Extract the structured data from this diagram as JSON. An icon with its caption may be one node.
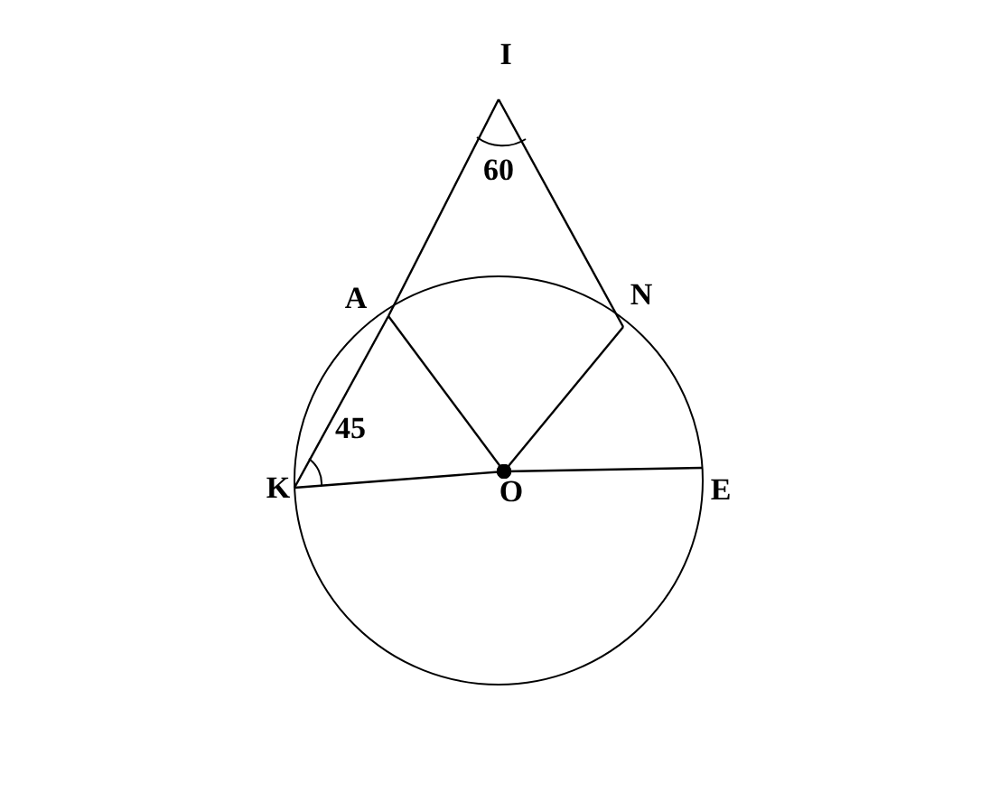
{
  "diagram": {
    "nodes": [
      {
        "text": [
          "I"
        ]
      },
      {
        "text": [
          "A"
        ]
      },
      {
        "text": [
          "N"
        ]
      },
      {
        "text": [
          "K"
        ]
      },
      {
        "text": [
          "O"
        ]
      },
      {
        "text": [
          "E"
        ]
      }
    ],
    "edges": [
      {
        "from": 0,
        "to": 1,
        "arrow": "none"
      },
      {
        "from": 1,
        "to": 3,
        "arrow": "none"
      },
      {
        "from": 0,
        "to": 2,
        "arrow": "none"
      },
      {
        "from": 1,
        "to": 4,
        "arrow": "other"
      },
      {
        "from": 2,
        "to": 4,
        "arrow": "other"
      },
      {
        "from": 3,
        "to": 4,
        "arrow": "other"
      },
      {
        "from": 5,
        "to": 4,
        "arrow": "other"
      }
    ],
    "labels": [
      "60",
      "45"
    ]
  }
}
